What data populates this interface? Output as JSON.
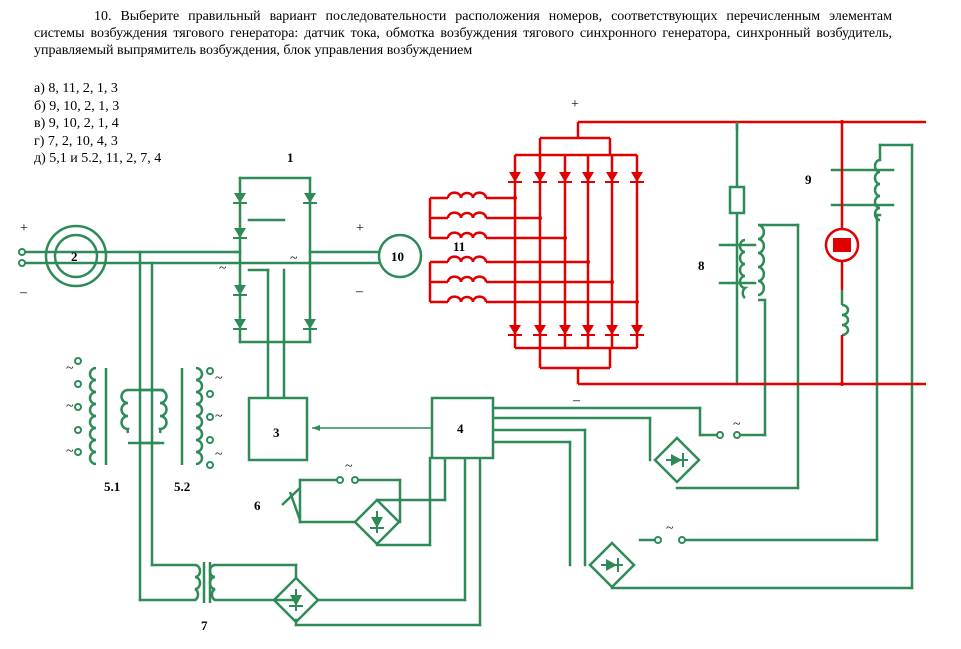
{
  "question": {
    "text": "10. Выберите правильный вариант последовательности расположения номеров, соответствующих перечисленным элементам системы возбуждения тягового генератора: датчик тока, обмотка возбуждения тягового синхронного генератора, синхронный возбудитель, управляемый выпрямитель возбуждения, блок управления возбуждением"
  },
  "options": [
    "а) 8, 11, 2, 1, 3",
    "б) 9, 10, 2, 1, 3",
    "в) 9, 10, 2, 1, 4",
    "г) 7, 2, 10, 4, 3",
    "д) 5,1 и 5.2, 11, 2, 7, 4"
  ],
  "diagram": {
    "colors": {
      "control": "#2e8b57",
      "power": "#e00000",
      "text": "#000000"
    },
    "labels": {
      "n1": "1",
      "n2": "2",
      "n3": "3",
      "n4": "4",
      "n51": "5.1",
      "n52": "5.2",
      "n6": "6",
      "n7": "7",
      "n8": "8",
      "n9": "9",
      "n10": "10",
      "n11": "11"
    },
    "symbols": {
      "plus": "+",
      "minus": "–",
      "ac": "~"
    }
  }
}
